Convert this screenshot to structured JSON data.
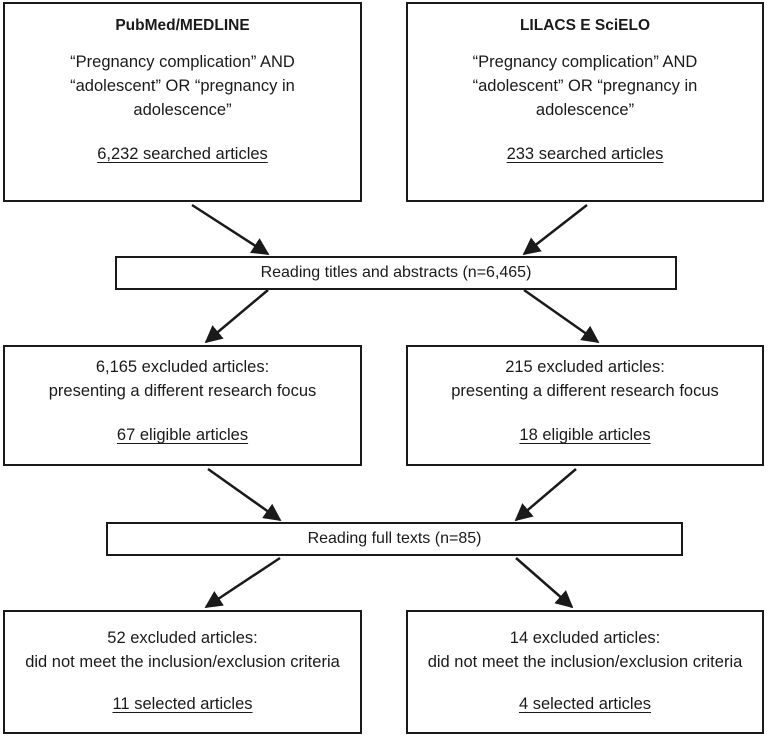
{
  "sources": {
    "left": {
      "name": "PubMed/MEDLINE",
      "query": [
        "“Pregnancy complication” AND",
        "“adolescent” OR “pregnancy in",
        "adolescence”"
      ],
      "count": "6,232 searched articles"
    },
    "right": {
      "name": "LILACS E SciELO",
      "query": [
        "“Pregnancy complication” AND",
        "“adolescent” OR “pregnancy in",
        "adolescence”"
      ],
      "count": "233 searched articles"
    }
  },
  "step1": {
    "label": "Reading titles and abstracts (n=6,465)"
  },
  "screening": {
    "left": {
      "excluded": "6,165 excluded articles:",
      "reason": "presenting a different research focus",
      "eligible": "67 eligible articles"
    },
    "right": {
      "excluded": "215 excluded articles:",
      "reason": "presenting a different research focus",
      "eligible": "18 eligible articles"
    }
  },
  "step2": {
    "label": "Reading full texts (n=85)"
  },
  "final": {
    "left": {
      "excluded": "52 excluded articles:",
      "reason": "did not meet the inclusion/exclusion criteria",
      "selected": "11 selected articles"
    },
    "right": {
      "excluded": "14 excluded articles:",
      "reason": "did not meet the inclusion/exclusion criteria",
      "selected": "4 selected articles"
    }
  }
}
